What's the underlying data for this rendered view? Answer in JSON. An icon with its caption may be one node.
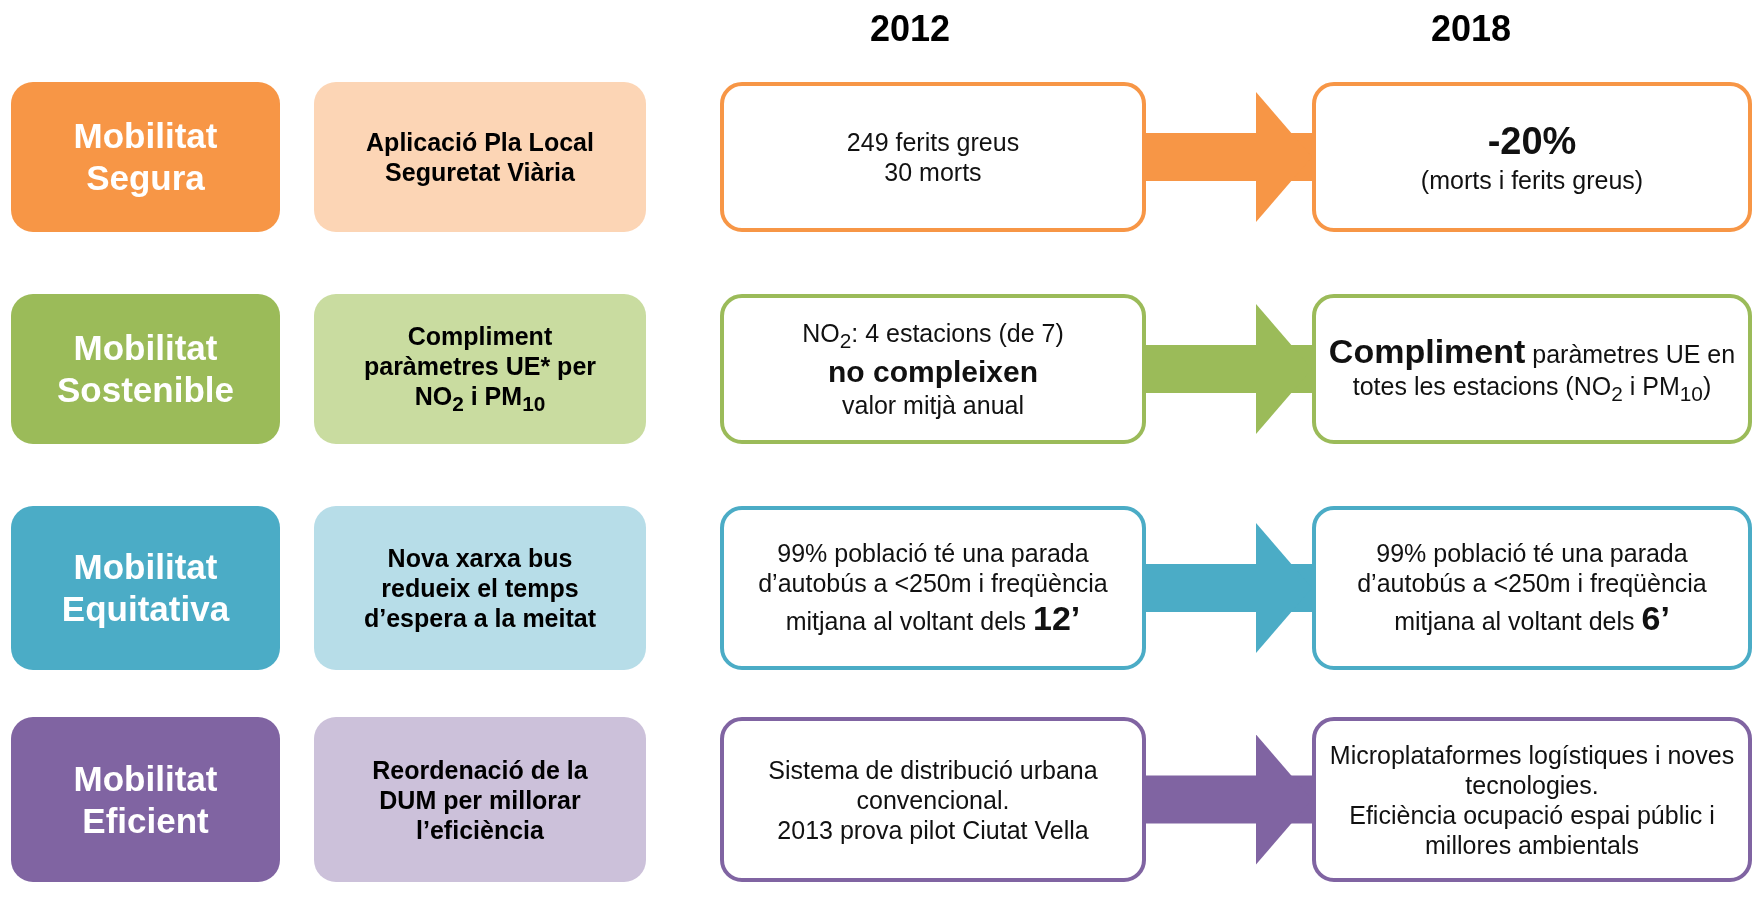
{
  "diagram": {
    "nodes": [
      {
        "text": [
          "Mobilitat Segura"
        ]
      },
      {
        "text": [
          "Aplicació Pla Local Seguretat Viària"
        ]
      },
      {
        "text": [
          "249 ferits greus",
          "30 morts"
        ]
      },
      {
        "text": [
          "-20%",
          "(morts i ferits greus)"
        ]
      },
      {
        "text": [
          "Mobilitat Sostenible"
        ]
      },
      {
        "text": [
          "Compliment paràmetres UE* per NO$_{2}$ i PM$_{10}$"
        ]
      },
      {
        "text": [
          "NO$_{2}$: 4 estacions (de 7)",
          "no compleixen",
          "valor mitjà anual"
        ]
      },
      {
        "text": [
          "**Compliment** paràmetres UE en totes les estacions (NO$_{2}$ i PM$_{10}$)"
        ]
      },
      {
        "text": [
          "Mobilitat Equitativa"
        ]
      },
      {
        "text": [
          "Nova xarxa bus redueix el temps d’espera a la meitat"
        ]
      },
      {
        "text": [
          "99% població té una parada d’autobús a <250m i freqüència mitjana al voltant dels **12’**"
        ]
      },
      {
        "text": [
          "99% població té una parada d’autobús a <250m i freqüència mitjana al voltant dels **6’**"
        ]
      },
      {
        "text": [
          "Mobilitat Eficient"
        ]
      },
      {
        "text": [
          "Reordenació de la DUM per millorar l’eficiència"
        ]
      },
      {
        "text": [
          "Sistema de distribució urbana convencional.",
          "2013 prova pilot Ciutat Vella"
        ]
      },
      {
        "text": [
          "Microplataformes logístiques i noves tecnologies.",
          "Eficiència ocupació espai públic i millores ambientals"
        ]
      }
    ],
    "edges": [
      {
        "from": 2,
        "to": 3,
        "arrow": "to",
        "color": "#f79646"
      },
      {
        "from": 6,
        "to": 7,
        "arrow": "to",
        "color": "#9bbb59"
      },
      {
        "from": 10,
        "to": 11,
        "arrow": "to",
        "color": "#4bacc6"
      },
      {
        "from": 14,
        "to": 15,
        "arrow": "to",
        "color": "#8064a2"
      }
    ],
    "labels": [
      "2012",
      "2018"
    ]
  }
}
